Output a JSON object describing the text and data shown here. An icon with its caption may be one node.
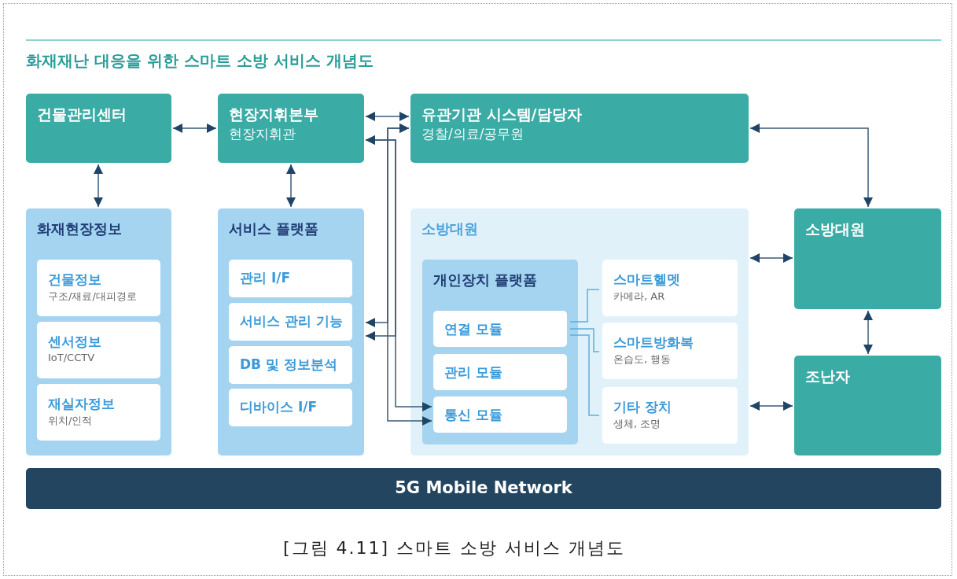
{
  "diagram": {
    "title": "화재재난 대응을 위한 스마트 소방 서비스 개념도",
    "caption": "[그림 4.11] 스마트 소방 서비스 개념도",
    "nodes": [
      {
        "text": [
          "건물관리센터"
        ]
      },
      {
        "text": [
          "현장지휘본부",
          "현장지휘관"
        ]
      },
      {
        "text": [
          "유관기관 시스템/담당자",
          "경찰/의료/공무원"
        ]
      },
      {
        "text": [
          "화재현장정보"
        ]
      },
      {
        "text": [
          "건물정보",
          "구조/재료/대피경로"
        ],
        "in": 3
      },
      {
        "text": [
          "센서정보",
          "IoT/CCTV"
        ],
        "in": 3
      },
      {
        "text": [
          "재실자정보",
          "위치/인적"
        ],
        "in": 3
      },
      {
        "text": [
          "서비스 플랫폼"
        ]
      },
      {
        "text": [
          "관리 I/F"
        ],
        "in": 7
      },
      {
        "text": [
          "서비스 관리 기능"
        ],
        "in": 7
      },
      {
        "text": [
          "DB 및 정보분석"
        ],
        "in": 7
      },
      {
        "text": [
          "디바이스 I/F"
        ],
        "in": 7
      },
      {
        "text": [
          "소방대원"
        ]
      },
      {
        "text": [
          "개인장치 플랫폼"
        ],
        "in": 12
      },
      {
        "text": [
          "연결 모듈"
        ],
        "in": 13
      },
      {
        "text": [
          "관리 모듈"
        ],
        "in": 13
      },
      {
        "text": [
          "통신 모듈"
        ],
        "in": 13
      },
      {
        "text": [
          "스마트헬멧",
          "카메라, AR"
        ],
        "in": 12
      },
      {
        "text": [
          "스마트방화복",
          "온습도, 행동"
        ],
        "in": 12
      },
      {
        "text": [
          "기타 장치",
          "생체, 조명"
        ],
        "in": 12
      },
      {
        "text": [
          "소방대원"
        ]
      },
      {
        "text": [
          "조난자"
        ]
      },
      {
        "text": [
          "5G Mobile Network"
        ]
      }
    ],
    "edges": [
      {
        "from": 0,
        "to": 1,
        "arrow": "both"
      },
      {
        "from": 1,
        "to": 2,
        "arrow": "both"
      },
      {
        "from": 0,
        "to": 3,
        "arrow": "both"
      },
      {
        "from": 1,
        "to": 7,
        "arrow": "both"
      },
      {
        "from": 2,
        "to": 20,
        "arrow": "both"
      },
      {
        "from": 16,
        "to": 2,
        "arrow": "both"
      },
      {
        "from": 7,
        "to": 2,
        "arrow": "both"
      },
      {
        "from": 16,
        "to": 1,
        "arrow": "both"
      },
      {
        "from": 7,
        "to": 1,
        "arrow": "both"
      },
      {
        "from": 14,
        "to": 17,
        "arrow": "none",
        "color": "#5aaee0"
      },
      {
        "from": 14,
        "to": 18,
        "arrow": "none",
        "color": "#5aaee0"
      },
      {
        "from": 14,
        "to": 19,
        "arrow": "none",
        "color": "#5aaee0"
      },
      {
        "from": 12,
        "to": 20,
        "arrow": "both"
      },
      {
        "from": 20,
        "to": 21,
        "arrow": "both"
      },
      {
        "from": 12,
        "to": 21,
        "arrow": "both"
      }
    ]
  }
}
